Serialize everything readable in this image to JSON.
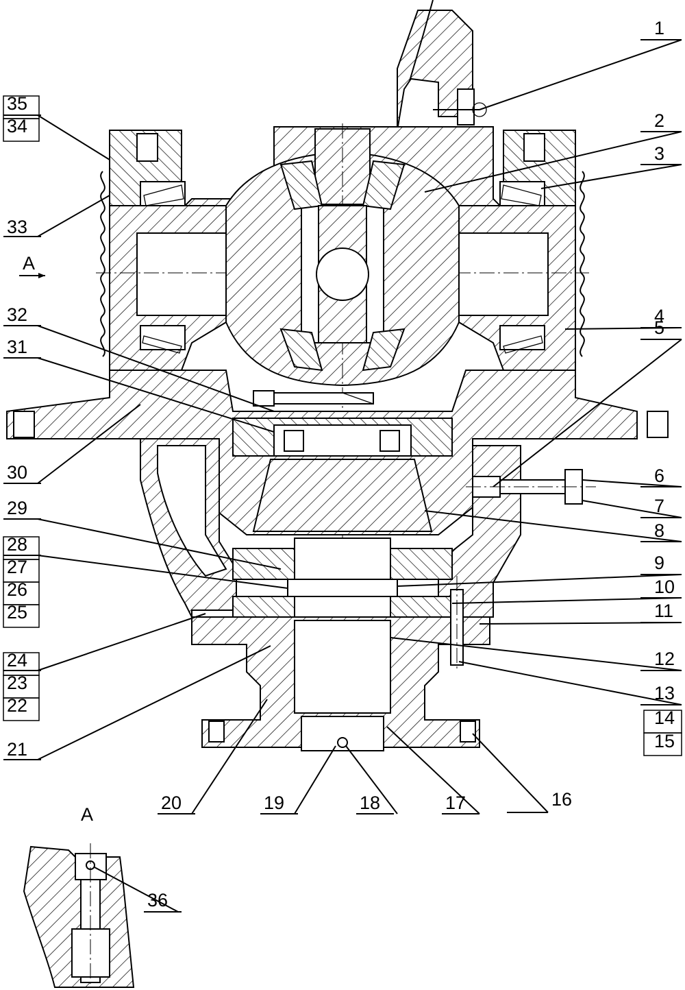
{
  "drawing": {
    "section_label": "A",
    "detail_view_title": "A"
  },
  "callouts": {
    "left": [
      "35",
      "34",
      "33",
      "32",
      "31",
      "30",
      "29",
      "28",
      "27",
      "26",
      "25",
      "24",
      "23",
      "22",
      "21"
    ],
    "right": [
      "1",
      "2",
      "3",
      "4",
      "5",
      "6",
      "7",
      "8",
      "9",
      "10",
      "11",
      "12",
      "13",
      "14",
      "15",
      "16"
    ],
    "bottom": [
      "20",
      "19",
      "18",
      "17"
    ],
    "detail": [
      "36"
    ]
  }
}
